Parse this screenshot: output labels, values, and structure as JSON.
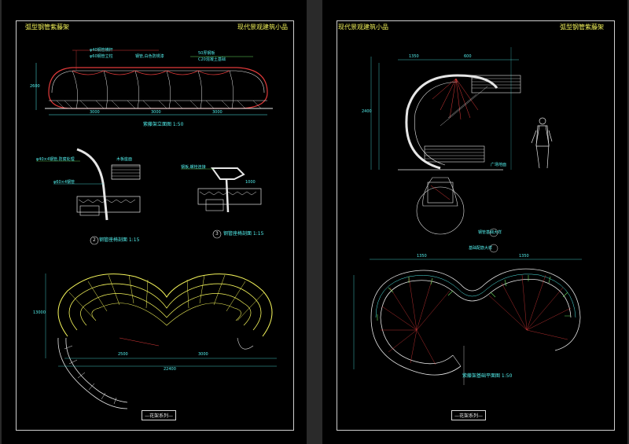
{
  "left_sheet": {
    "title_left": "弧型钢管紫藤架",
    "elevation_title": "紫藤架立面图  1:50",
    "section_a_title": "钢管座椅剖面 1:15",
    "section_a_no": "2",
    "section_b_title": "钢管座椅剖面 1:15",
    "section_b_no": "3",
    "footer": "—花架系列—",
    "dims": {
      "d1": "3000",
      "d2": "3000",
      "d3": "3000",
      "d4": "2600",
      "d5": "1000",
      "d6": "22400",
      "d7": "2500",
      "d8": "3000",
      "d9": "13000"
    },
    "notes": {
      "n1": "φ40钢管横杆",
      "n2": "φ60钢管立柱",
      "n3": "钢管,白色防锈漆",
      "n4": "50厚钢板",
      "n5": "C20混凝土基础",
      "n6": "φ40×4钢管,防腐处理",
      "n7": "φ60×4钢管",
      "n8": "钢板,螺栓连接",
      "n9": "木板座面"
    }
  },
  "right_sheet": {
    "title_left": "现代景观建筑小品",
    "title_right": "弧型钢管紫藤架",
    "plan_title": "紫藤架基础平面图  1:50",
    "footer": "—花架系列—",
    "notes": {
      "n1": "广场地面",
      "n2": "钢管基础大样",
      "n3": "基础配筋大样"
    },
    "dims": {
      "d1": "1350",
      "d2": "1350",
      "d3": "1350",
      "d4": "2400",
      "d5": "600"
    }
  },
  "colors": {
    "paper": "#000000",
    "title": "#f4f45a",
    "dimension": "#53f0ee",
    "line": "#e6e6e6",
    "accent_red": "#e03a3a",
    "accent_green": "#6adf5e"
  }
}
